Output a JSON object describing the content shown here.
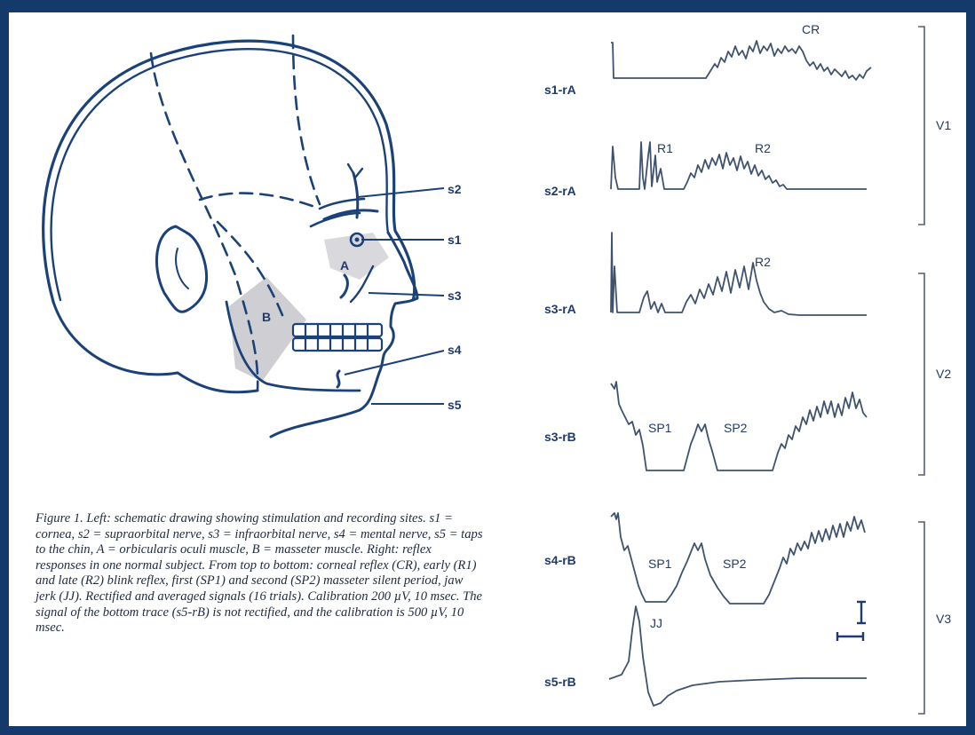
{
  "colors": {
    "ink": "#1b4278",
    "frame": "#133a6a",
    "trace": "#3f536f",
    "shade": "#cfcfd3"
  },
  "drawing": {
    "site_labels": [
      "s2",
      "s1",
      "s3",
      "s4",
      "s5"
    ],
    "region_labels": {
      "a": "A",
      "b": "B"
    }
  },
  "traces": [
    {
      "label": "s1-rA",
      "annotations": [
        "CR"
      ]
    },
    {
      "label": "s2-rA",
      "annotations": [
        "R1",
        "R2"
      ]
    },
    {
      "label": "s3-rA",
      "annotations": [
        "R2"
      ]
    },
    {
      "label": "s3-rB",
      "annotations": [
        "SP1",
        "SP2"
      ]
    },
    {
      "label": "s4-rB",
      "annotations": [
        "SP1",
        "SP2"
      ]
    },
    {
      "label": "s5-rB",
      "annotations": [
        "JJ"
      ]
    }
  ],
  "brackets": [
    "V1",
    "V2",
    "V3"
  ],
  "caption": "Figure 1. Left: schematic drawing showing stimulation and recording sites. s1 = cornea, s2 = supraorbital nerve, s3 = infraorbital nerve, s4 = mental nerve, s5 = taps to the chin, A = orbicularis oculi muscle, B = masseter muscle. Right: reflex responses in one normal subject. From top to bottom: corneal reflex (CR), early (R1) and late (R2) blink reflex, first (SP1) and second (SP2) masseter silent period, jaw jerk (JJ). Rectified and averaged signals (16 trials). Calibration 200 µV, 10 msec. The signal of the bottom trace (s5-rB) is not rectified, and the calibration is 500 µV, 10 msec."
}
